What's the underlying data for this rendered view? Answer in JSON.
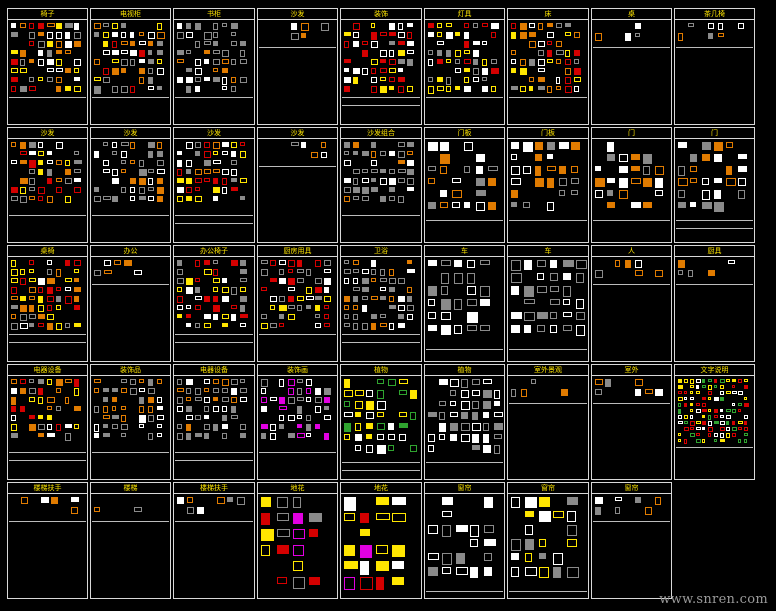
{
  "app": {
    "watermark": "www.snren.com"
  },
  "colors": {
    "background": "#000000",
    "frame": "#d8d8d8",
    "title": "#ffe600",
    "accent_orange": "#e07b00",
    "accent_red": "#d40000",
    "accent_yellow": "#ffe600",
    "accent_green": "#2fa32f",
    "accent_magenta": "#e000e0",
    "accent_gray": "#8a8a8a",
    "accent_white": "#ffffff"
  },
  "panels": [
    {
      "row": 0,
      "col": 0,
      "title": "椅子",
      "style": "furniture"
    },
    {
      "row": 0,
      "col": 1,
      "title": "电视柜",
      "style": "furniture"
    },
    {
      "row": 0,
      "col": 2,
      "title": "书柜",
      "style": "gray"
    },
    {
      "row": 0,
      "col": 3,
      "title": "沙发",
      "style": "sparse"
    },
    {
      "row": 0,
      "col": 4,
      "title": "装饰",
      "style": "grid"
    },
    {
      "row": 0,
      "col": 5,
      "title": "灯具",
      "style": "grid"
    },
    {
      "row": 0,
      "col": 6,
      "title": "床",
      "style": "furniture"
    },
    {
      "row": 0,
      "col": 7,
      "title": "桌",
      "style": "sparse"
    },
    {
      "row": 0,
      "col": 8,
      "title": "茶几椅",
      "style": "sparse"
    },
    {
      "row": 1,
      "col": 0,
      "title": "沙发",
      "style": "furniture"
    },
    {
      "row": 1,
      "col": 1,
      "title": "沙发",
      "style": "gray"
    },
    {
      "row": 1,
      "col": 2,
      "title": "沙发",
      "style": "furniture"
    },
    {
      "row": 1,
      "col": 3,
      "title": "沙发",
      "style": "sparse"
    },
    {
      "row": 1,
      "col": 4,
      "title": "沙发组合",
      "style": "gray"
    },
    {
      "row": 1,
      "col": 5,
      "title": "门板",
      "style": "doors"
    },
    {
      "row": 1,
      "col": 6,
      "title": "门板",
      "style": "doors"
    },
    {
      "row": 1,
      "col": 7,
      "title": "门",
      "style": "doors"
    },
    {
      "row": 1,
      "col": 8,
      "title": "门",
      "style": "doors"
    },
    {
      "row": 2,
      "col": 0,
      "title": "桌椅",
      "style": "furniture"
    },
    {
      "row": 2,
      "col": 1,
      "title": "办公",
      "style": "sparse"
    },
    {
      "row": 2,
      "col": 2,
      "title": "办公椅子",
      "style": "grid"
    },
    {
      "row": 2,
      "col": 3,
      "title": "厨房用具",
      "style": "grid"
    },
    {
      "row": 2,
      "col": 4,
      "title": "卫浴",
      "style": "gray"
    },
    {
      "row": 2,
      "col": 5,
      "title": "车",
      "style": "cars"
    },
    {
      "row": 2,
      "col": 6,
      "title": "车",
      "style": "cars"
    },
    {
      "row": 2,
      "col": 7,
      "title": "人",
      "style": "sparse"
    },
    {
      "row": 2,
      "col": 8,
      "title": "厨具",
      "style": "sparse"
    },
    {
      "row": 3,
      "col": 0,
      "title": "电器设备",
      "style": "furniture"
    },
    {
      "row": 3,
      "col": 1,
      "title": "装饰品",
      "style": "gray"
    },
    {
      "row": 3,
      "col": 2,
      "title": "电器设备",
      "style": "gray"
    },
    {
      "row": 3,
      "col": 3,
      "title": "装饰画",
      "style": "frames"
    },
    {
      "row": 3,
      "col": 4,
      "title": "植物",
      "style": "plants"
    },
    {
      "row": 3,
      "col": 5,
      "title": "植物",
      "style": "trees"
    },
    {
      "row": 3,
      "col": 6,
      "title": "室外景观",
      "style": "sparse"
    },
    {
      "row": 3,
      "col": 7,
      "title": "室外",
      "style": "sparse"
    },
    {
      "row": 3,
      "col": 8,
      "title": "文字说明",
      "style": "text"
    },
    {
      "row": 4,
      "col": 0,
      "title": "楼梯扶手",
      "style": "sparse"
    },
    {
      "row": 4,
      "col": 1,
      "title": "楼梯",
      "style": "sparse"
    },
    {
      "row": 4,
      "col": 2,
      "title": "楼梯扶手",
      "style": "sparse"
    },
    {
      "row": 4,
      "col": 3,
      "title": "地花",
      "style": "medallions"
    },
    {
      "row": 4,
      "col": 4,
      "title": "地花",
      "style": "floor"
    },
    {
      "row": 4,
      "col": 5,
      "title": "窗帘",
      "style": "curtains"
    },
    {
      "row": 4,
      "col": 6,
      "title": "窗帘",
      "style": "curtains2"
    },
    {
      "row": 4,
      "col": 7,
      "title": "窗帘",
      "style": "sparse"
    }
  ]
}
